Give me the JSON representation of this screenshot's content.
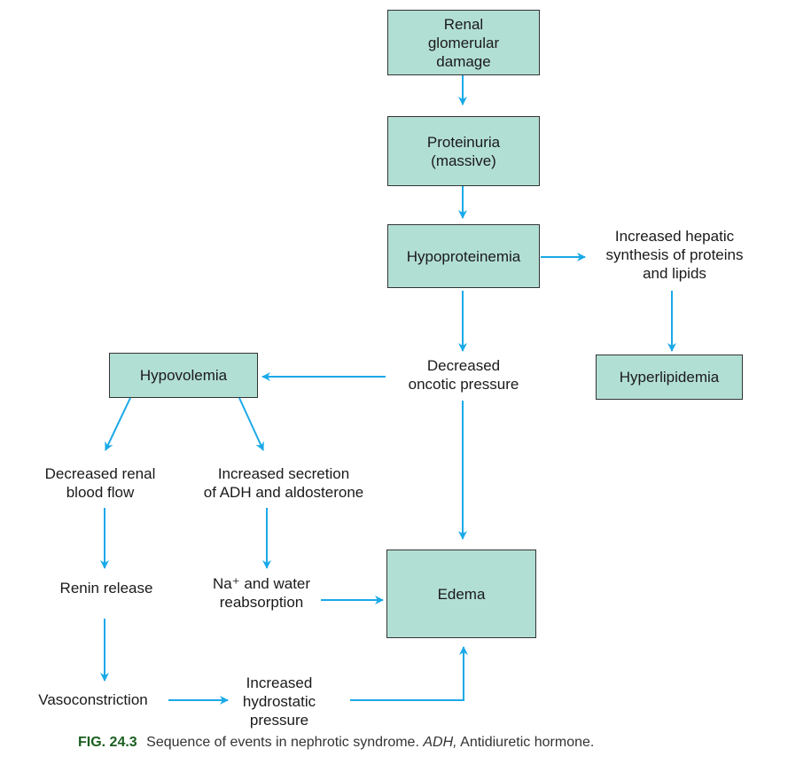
{
  "colors": {
    "box_fill": "#b2dfd4",
    "arrow": "#1aa9e8",
    "caption_label": "#1b5e20"
  },
  "nodes": {
    "renal_damage": "Renal\nglomerular\ndamage",
    "proteinuria": "Proteinuria\n(massive)",
    "hypoproteinemia": "Hypoproteinemia",
    "hepatic_synthesis": "Increased hepatic\nsynthesis of proteins\nand lipids",
    "hyperlipidemia": "Hyperlipidemia",
    "oncotic_pressure": "Decreased\noncotic pressure",
    "hypovolemia": "Hypovolemia",
    "renal_blood_flow": "Decreased renal\nblood flow",
    "adh_secretion": "Increased secretion\nof ADH and aldosterone",
    "renin_release": "Renin release",
    "na_water": "Na⁺ and water\nreabsorption",
    "edema": "Edema",
    "vasoconstriction": "Vasoconstriction",
    "hydrostatic_pressure": "Increased\nhydrostatic\npressure"
  },
  "caption": {
    "label": "FIG. 24.3",
    "text": "Sequence of events in nephrotic syndrome.",
    "abbr": "ADH,",
    "abbr_def": "Antidiuretic hormone."
  }
}
